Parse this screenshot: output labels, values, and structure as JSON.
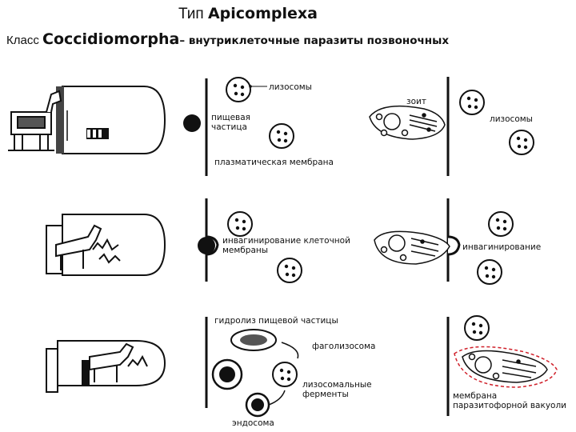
{
  "title": {
    "prefix": "Тип ",
    "name": "Apicomplexa"
  },
  "subtitle": {
    "prefix": "Класс ",
    "name": "Coccidiomorpha",
    "description": "– внутриклеточные паразиты позвоночных"
  },
  "labels": {
    "lysosomes": "лизосомы",
    "food_particle_1": "пищевая",
    "food_particle_2": "частица",
    "plasma_membrane": "плазматическая мембрана",
    "zoite": "зоит",
    "lysosomes_right": "лизосомы",
    "invagination_cell_1": "инвагинирование клеточной",
    "invagination_cell_2": "мембраны",
    "invagination_right": "инвагинирование",
    "hydrolysis": "гидролиз пищевой частицы",
    "phagolysosome": "фаголизосома",
    "lysosomal_enzymes_1": "лизосомальные",
    "lysosomal_enzymes_2": "ферменты",
    "endosome": "эндосома",
    "pv_membrane_1": "мембрана",
    "pv_membrane_2": "паразитофорной вакуоли"
  },
  "colors": {
    "ink": "#111111",
    "vacuole_membrane": "#d0202a"
  }
}
